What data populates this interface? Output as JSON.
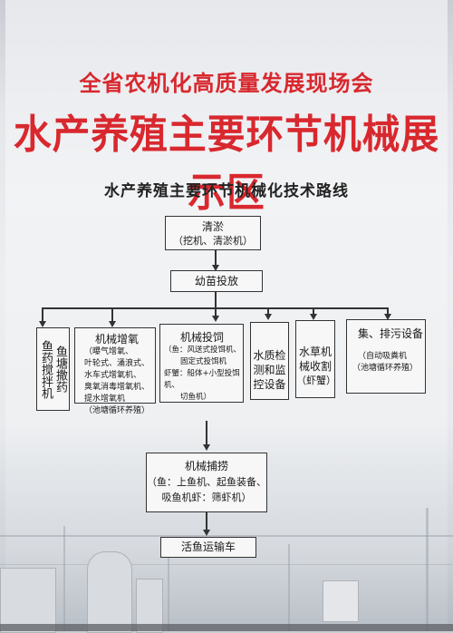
{
  "title_main": "全省农机化高质量发展现场会",
  "title_sub": "水产养殖主要环节机械展示区",
  "route_title": "水产养殖主要环节机械化技术路线",
  "nodes": {
    "clearing": {
      "title": "清淤",
      "detail": "（挖机、清淤机）"
    },
    "fry": {
      "title": "幼苗投放"
    },
    "mixer": {
      "col1": "鱼塘撒药",
      "col2": "鱼药搅拌机"
    },
    "aeration": {
      "title": "机械增氧",
      "items": [
        "（曝气增氧、",
        "叶轮式、涌浪式、",
        "水车式增氧机、",
        "臭氧消毒增氧机、",
        "提水增氧机",
        "（池塘循环养殖）"
      ]
    },
    "feeding": {
      "title": "机械投饲",
      "items": [
        "（鱼：风送式投饵机、",
        "固定式投饵机",
        "虾蟹：船体+小型投饵机、",
        "切鱼机）"
      ]
    },
    "water_quality": {
      "lines": [
        "水质检",
        "测和监",
        "控设备"
      ]
    },
    "weed": {
      "lines": [
        "水草机",
        "械收割",
        "（虾蟹）"
      ]
    },
    "sewage": {
      "title": "集、排污设备",
      "items": [
        "（自动吸粪机",
        "（池塘循环养殖）"
      ]
    },
    "harvest": {
      "title": "机械捕捞",
      "line1": "（鱼：上鱼机、起鱼装备、",
      "line2": "吸鱼机虾：筛虾机）"
    },
    "transport": {
      "title": "活鱼运输车"
    }
  },
  "colors": {
    "title_red": "#d8282e",
    "line": "#333333",
    "box_bg": "#f7f7f8"
  }
}
